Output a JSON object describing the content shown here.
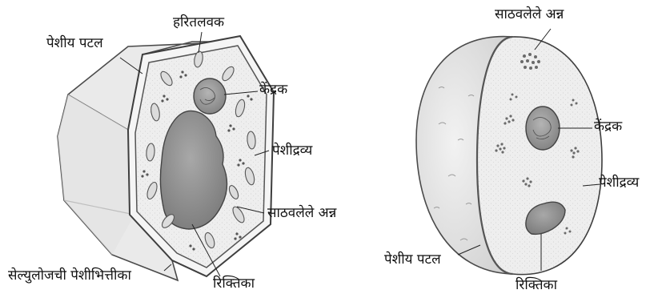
{
  "plant_cell": {
    "labels": {
      "cell_membrane": "पेशीय पटल",
      "chloroplast": "हरितलवक",
      "nucleus": "केंद्रक",
      "cytoplasm": "पेशीद्रव्य",
      "stored_food": "साठवलेले अन्न",
      "cell_wall": "सेल्युलोजची पेशीभित्तीका",
      "vacuole": "रिक्तिका"
    }
  },
  "animal_cell": {
    "labels": {
      "stored_food": "साठवलेले अन्न",
      "nucleus": "केंद्रक",
      "cytoplasm": "पेशीद्रव्य",
      "cell_membrane": "पेशीय पटल",
      "vacuole": "रिक्तिका"
    }
  },
  "colors": {
    "line": "#4a4a4a",
    "cytoplasm_fill": "#ececec",
    "wall_fill": "#f4f4f4",
    "nucleus_fill": "#9a9a9a",
    "vacuole_fill": "#8f8f8f",
    "dots": "#6e6e6e"
  }
}
